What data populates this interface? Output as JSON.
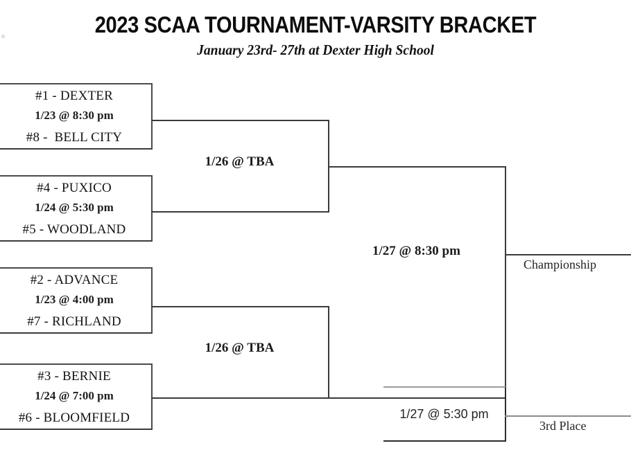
{
  "header": {
    "title": "2023 SCAA TOURNAMENT-VARSITY BRACKET",
    "subtitle": "January 23rd- 27th at Dexter High School"
  },
  "bracket": {
    "round1": [
      {
        "id": "game-1",
        "top_team": "#1 - DEXTER",
        "bottom_team": "#8 -  BELL CITY",
        "when": "1/23 @ 8:30 pm"
      },
      {
        "id": "game-2",
        "top_team": "#4 - PUXICO",
        "bottom_team": "#5 - WOODLAND",
        "when": "1/24 @ 5:30 pm"
      },
      {
        "id": "game-3",
        "top_team": "#2 - ADVANCE",
        "bottom_team": "#7 - RICHLAND",
        "when": "1/23 @ 4:00 pm"
      },
      {
        "id": "game-4",
        "top_team": "#3 - BERNIE",
        "bottom_team": "#6 - BLOOMFIELD",
        "when": "1/24 @ 7:00 pm"
      }
    ],
    "semifinals": [
      {
        "id": "semifinal-upper",
        "when": "1/26 @ TBA"
      },
      {
        "id": "semifinal-lower",
        "when": "1/26 @ TBA"
      }
    ],
    "final": {
      "id": "final",
      "when": "1/27 @ 8:30 pm",
      "slot_label": "Championship"
    },
    "third_place": {
      "id": "third-place",
      "when": "1/27 @ 5:30 pm",
      "slot_label": "3rd Place"
    }
  },
  "colors": {
    "line": "#3a3a3a",
    "line_light": "#8a8a8a",
    "text": "#1a1a1a",
    "background": "#ffffff"
  }
}
